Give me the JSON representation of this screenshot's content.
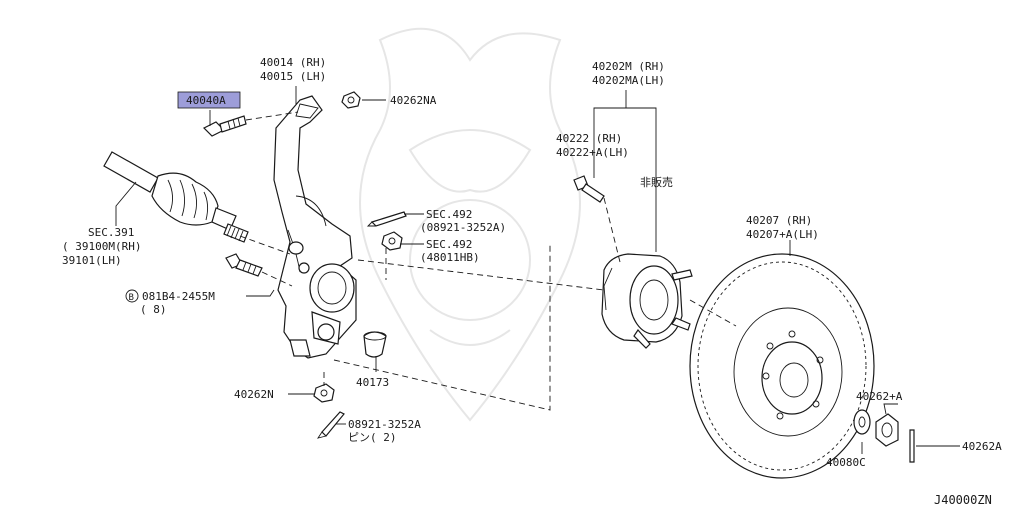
{
  "highlight_color": "#9d9dd9",
  "labels": {
    "knuckle_rh": "40014 (RH)",
    "knuckle_lh": "40015 (LH)",
    "bolt_highlight": "40040A",
    "nut_top": "40262NA",
    "sec391": "SEC.391",
    "driveshaft_rh": "( 39100M(RH)",
    "driveshaft_lh": "  39101(LH)",
    "sec492_a": "SEC.492",
    "pin_a": "(08921-3252A)",
    "sec492_b": "SEC.492",
    "nut_b": "(48011HB)",
    "bolt_081": "081B4-2455M",
    "bolt_081_qty": "( 8)",
    "circle_b": "B",
    "nut_bottom": "40262N",
    "bush": "40173",
    "pin_bottom": "08921-3252A",
    "pin_bottom_note": "ピン( 2)",
    "hub_rh": "40202M  (RH)",
    "hub_lh": "40202MA(LH)",
    "bolt_hub_rh": "40222   (RH)",
    "bolt_hub_lh": "40222+A(LH)",
    "not_sold": "非販売",
    "rotor_rh": "40207   (RH)",
    "rotor_lh": "40207+A(LH)",
    "nut_rotor": "40262+A",
    "washer": "40080C",
    "pin_rotor": "40262A",
    "figure_code": "J40000ZN"
  }
}
